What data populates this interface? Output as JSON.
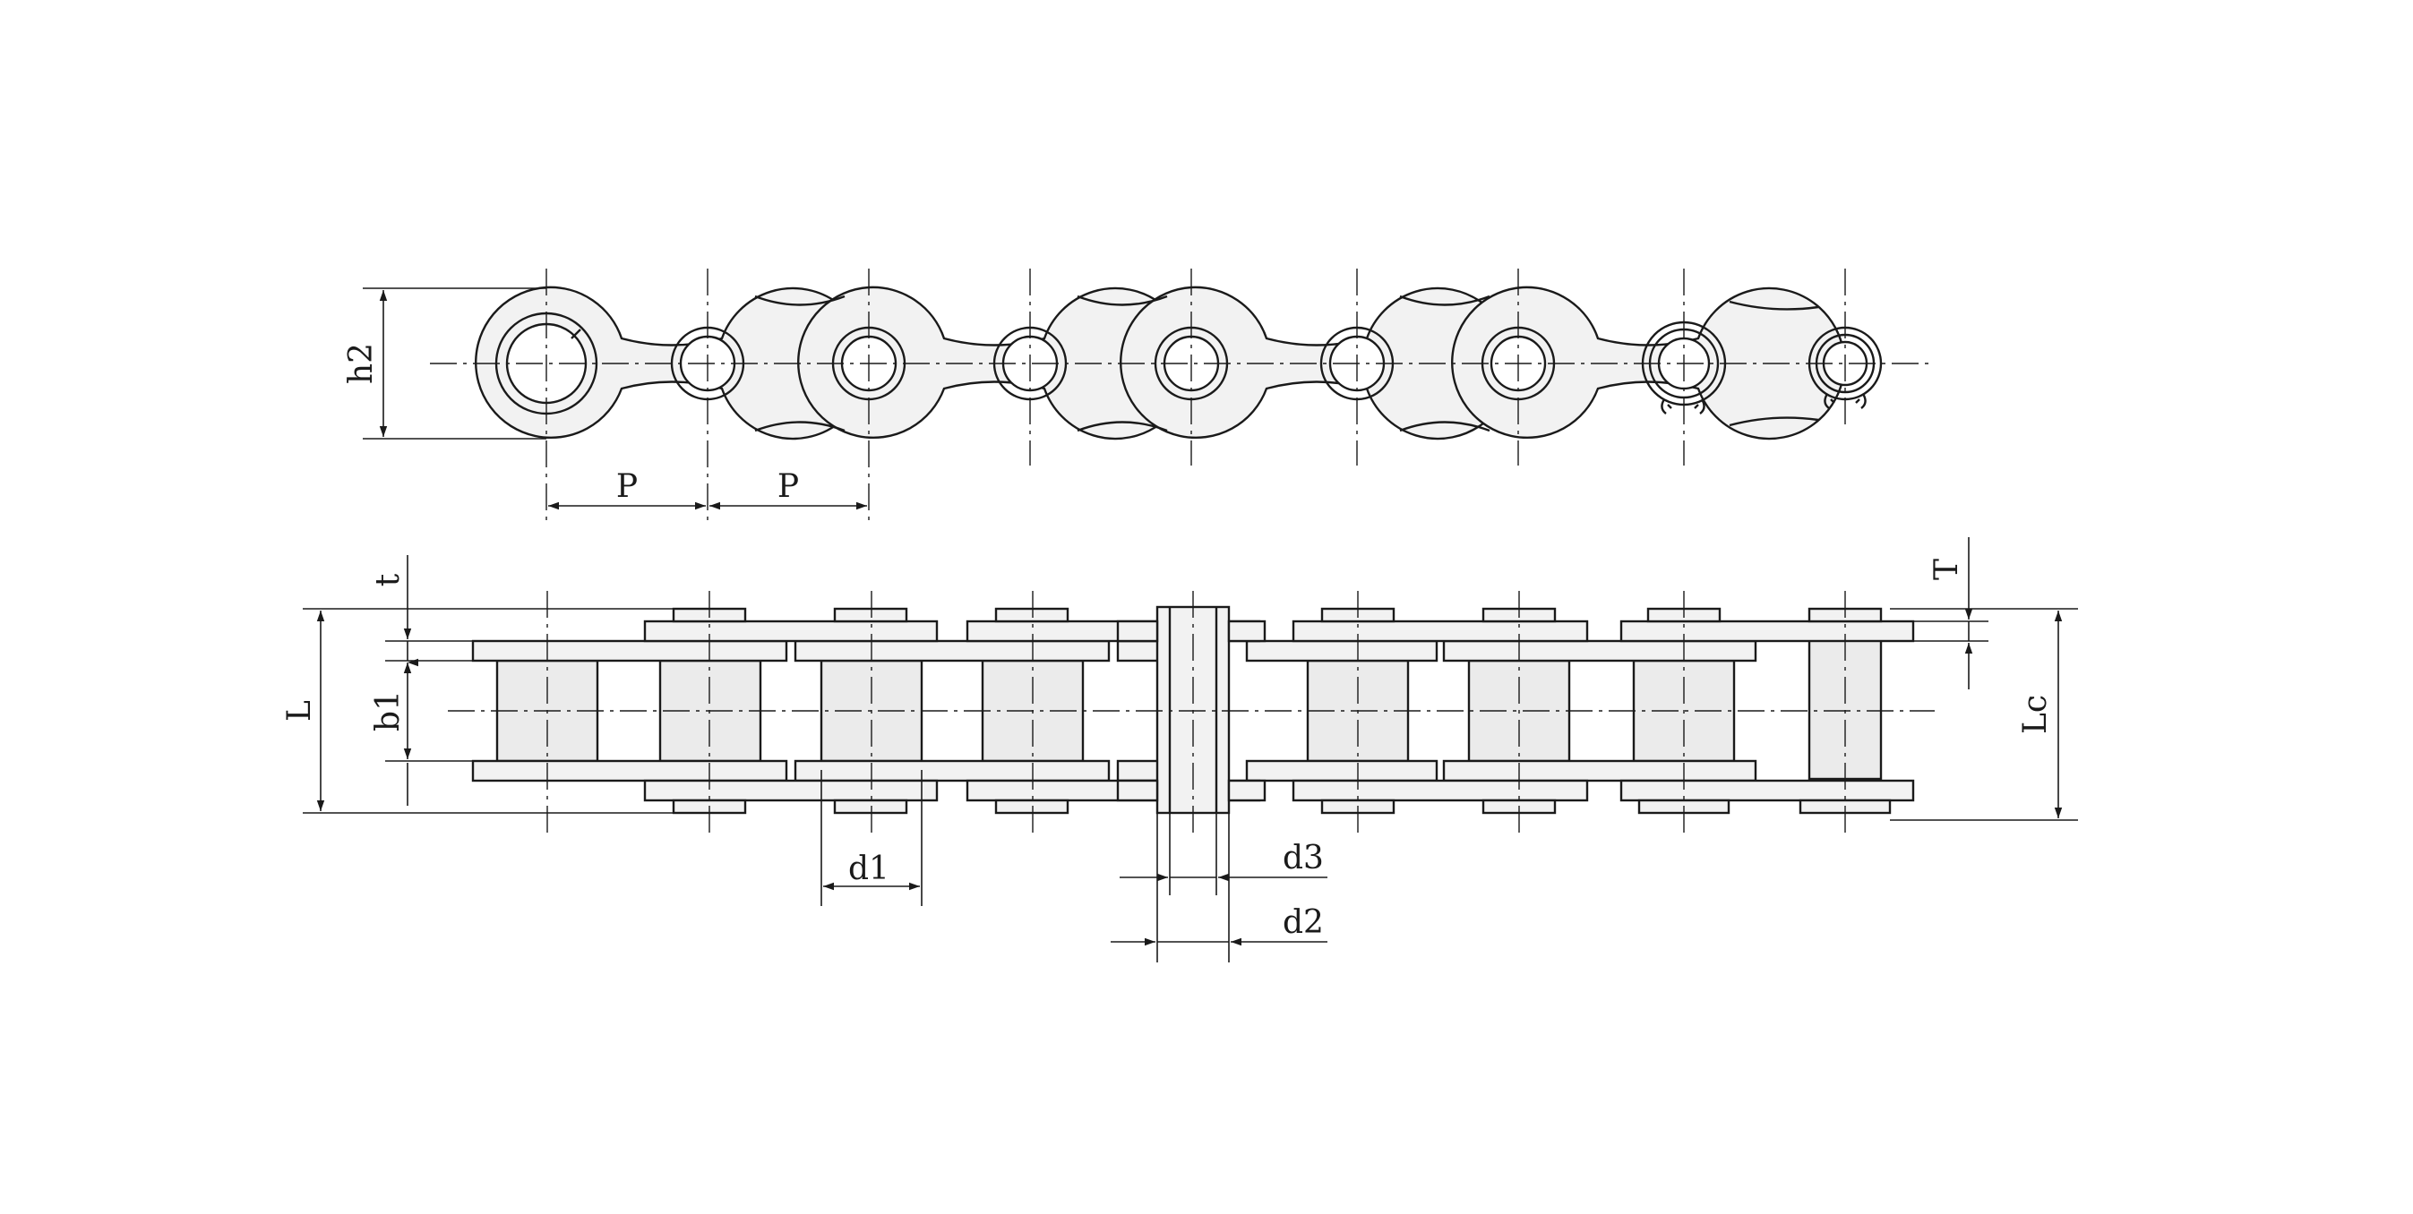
{
  "labels": {
    "h2": "h2",
    "p1": "P",
    "p2": "P",
    "t": "t",
    "L": "L",
    "b1": "b1",
    "d1": "d1",
    "d3": "d3",
    "d2": "d2",
    "T": "T",
    "Lc": "Lc"
  },
  "colors": {
    "line": "#1a1a1a",
    "fill": "#f2f2f2",
    "background": "#ffffff"
  }
}
